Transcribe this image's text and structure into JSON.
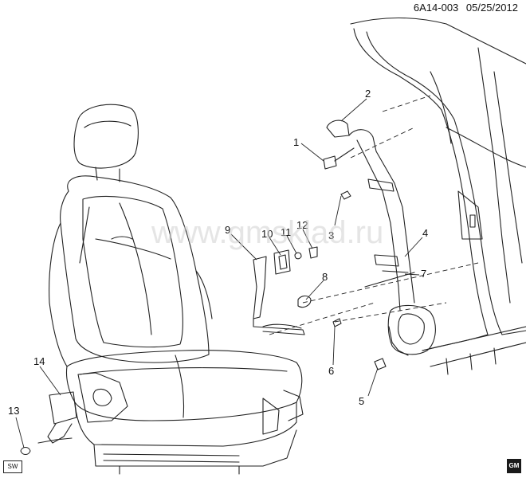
{
  "header": {
    "code": "6A14-003",
    "date": "05/25/2012"
  },
  "watermark": "www.gmsklad.ru",
  "callouts": [
    "1",
    "2",
    "3",
    "4",
    "5",
    "6",
    "7",
    "8",
    "9",
    "10",
    "11",
    "12",
    "13",
    "14"
  ],
  "badge": "SW",
  "logo": "GM"
}
